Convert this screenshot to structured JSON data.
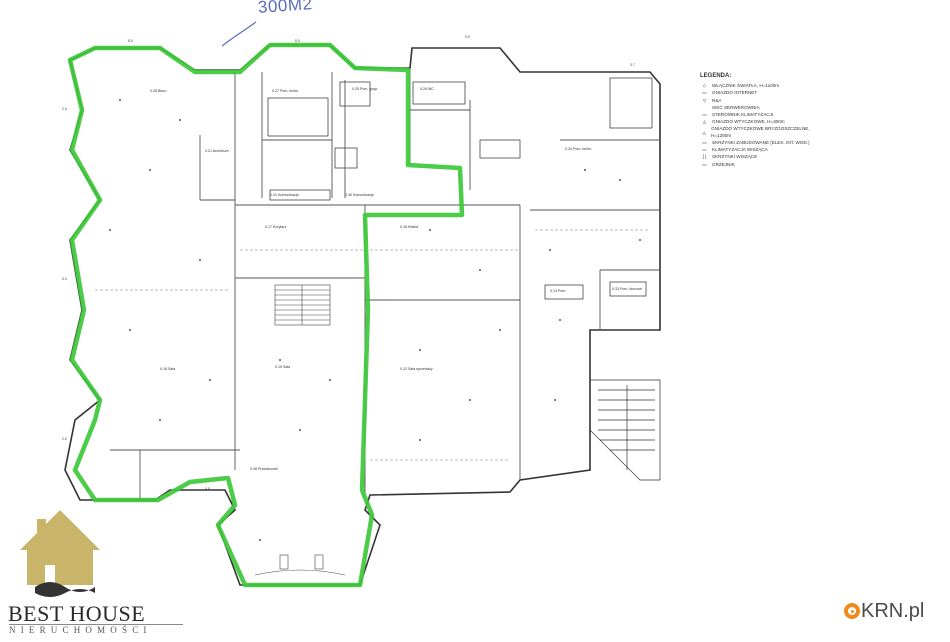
{
  "annotation": {
    "area_note": "300M2"
  },
  "legend": {
    "title": "LEGENDA:",
    "items": [
      {
        "symbol": "◇",
        "label": "WŁĄCZNIK ŚWIATŁA, H=1100m"
      },
      {
        "symbol": "▭",
        "label": "GNIAZDO INTERNET"
      },
      {
        "symbol": "▽",
        "label": "R&A"
      },
      {
        "symbol": "",
        "label": "SIEĆ SERWEROWNIA"
      },
      {
        "symbol": "▭",
        "label": "STEROWNIK KLIMATYZACJI"
      },
      {
        "symbol": "◬",
        "label": "GNIAZDO WTYCZKOWE, H=300m"
      },
      {
        "symbol": "◬",
        "label": "GNIAZDO WTYCZKOWE BRYZGOSZCZELNE, H=1200m"
      },
      {
        "symbol": "▭",
        "label": "SKRZYNKI ZABUDOWANE (ELEK. INT. WOD.)"
      },
      {
        "symbol": "▭",
        "label": "KLIMATYZACJA WISZĄCA"
      },
      {
        "symbol": "[ ]",
        "label": "SKRZYNKI WISZĄCE"
      },
      {
        "symbol": "▭",
        "label": "GRZEJNIK"
      }
    ]
  },
  "brand": {
    "name": "BEST HOUSE",
    "subtitle": "NIERUCHOMOŚCI",
    "roof_color": "#c9b56a",
    "wave_color": "#333333"
  },
  "watermark": {
    "text": "KRN.pl",
    "color": "#f08a1c"
  },
  "highlight_color": "#3ec83a",
  "rooms": [
    {
      "id": "r1",
      "label": "0.28 Biuro"
    },
    {
      "id": "r2",
      "label": "0.27 Pom. techn."
    },
    {
      "id": "r3",
      "label": "0.25 Pom. gosp."
    },
    {
      "id": "r4",
      "label": "0.26 WC"
    },
    {
      "id": "r5",
      "label": "0.24 Pom. techn."
    },
    {
      "id": "r6",
      "label": "0.31 Komunikacja"
    },
    {
      "id": "r7",
      "label": "0.30 Komunikacja"
    },
    {
      "id": "r8",
      "label": "0.21 Archiwum"
    },
    {
      "id": "r9",
      "label": "0.17 Korytarz"
    },
    {
      "id": "r10",
      "label": "0.16 Klatka"
    },
    {
      "id": "r11",
      "label": "0.18 Sala"
    },
    {
      "id": "r12",
      "label": "0.15 Sala"
    },
    {
      "id": "r13",
      "label": "0.13 Pom."
    },
    {
      "id": "r14",
      "label": "0.12 Sala sprzedaży"
    },
    {
      "id": "r15",
      "label": "0.33 Pom. biurowe"
    },
    {
      "id": "r16",
      "label": "0.08 Przedsionek"
    }
  ]
}
